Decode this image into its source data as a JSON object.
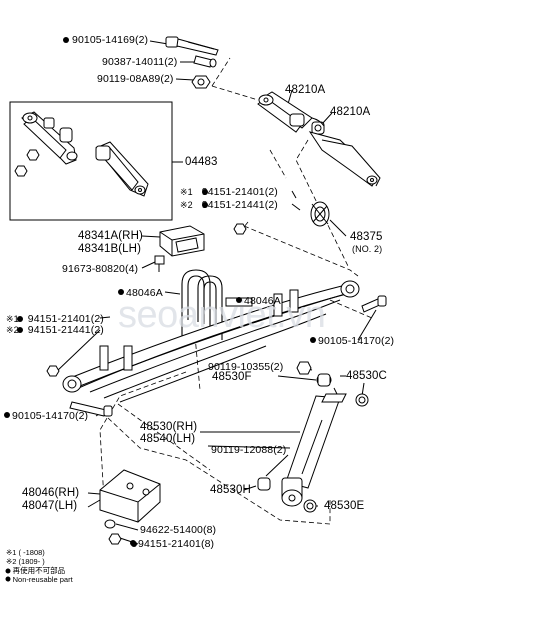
{
  "parts": {
    "p90105_14169": "90105-14169(2)",
    "p90387": "90387-14011(2)",
    "p90119_08a89": "90119-08A89(2)",
    "p48210a_1": "48210A",
    "p48210a_2": "48210A",
    "p04483": "04483",
    "p94151_21401_top": "94151-21401(2)",
    "p94151_21441_top": "94151-21441(2)",
    "p48375": "48375",
    "p48375_note": "(NO. 2)",
    "p48341a": "48341A(RH)",
    "p48341b": "48341B(LH)",
    "p91673": "91673-80820(4)",
    "p48046a_1": "48046A",
    "p48046a_2": "48046A",
    "p94151_21401_left": "94151-21401(2)",
    "p94151_21441_left": "94151-21441(2)",
    "p90105_14170_right": "90105-14170(2)",
    "p90119_10355": "90119-10355(2)",
    "p48530c": "48530C",
    "p48530f": "48530F",
    "p90105_14170_left": "90105-14170(2)",
    "p48530rh": "48530(RH)",
    "p48540lh": "48540(LH)",
    "p90119_12088": "90119-12088(2)",
    "p48530h": "48530H",
    "p48046rh": "48046(RH)",
    "p48047lh": "48047(LH)",
    "p48530e": "48530E",
    "p94622": "94622-51400(8)",
    "p94151_21401_bottom": "94151-21401(8)"
  },
  "marks": {
    "note1": "※1",
    "note2": "※2"
  },
  "legend": {
    "line1": "※1 (      -1808)",
    "line2": "※2 (1809-      )",
    "line3": "● 再使用不可部品",
    "line4": "● Non-reusable part"
  },
  "watermark": "seoanviet.vn",
  "colors": {
    "ink": "#000000",
    "watermark": "#d9dde3",
    "background": "#ffffff"
  }
}
